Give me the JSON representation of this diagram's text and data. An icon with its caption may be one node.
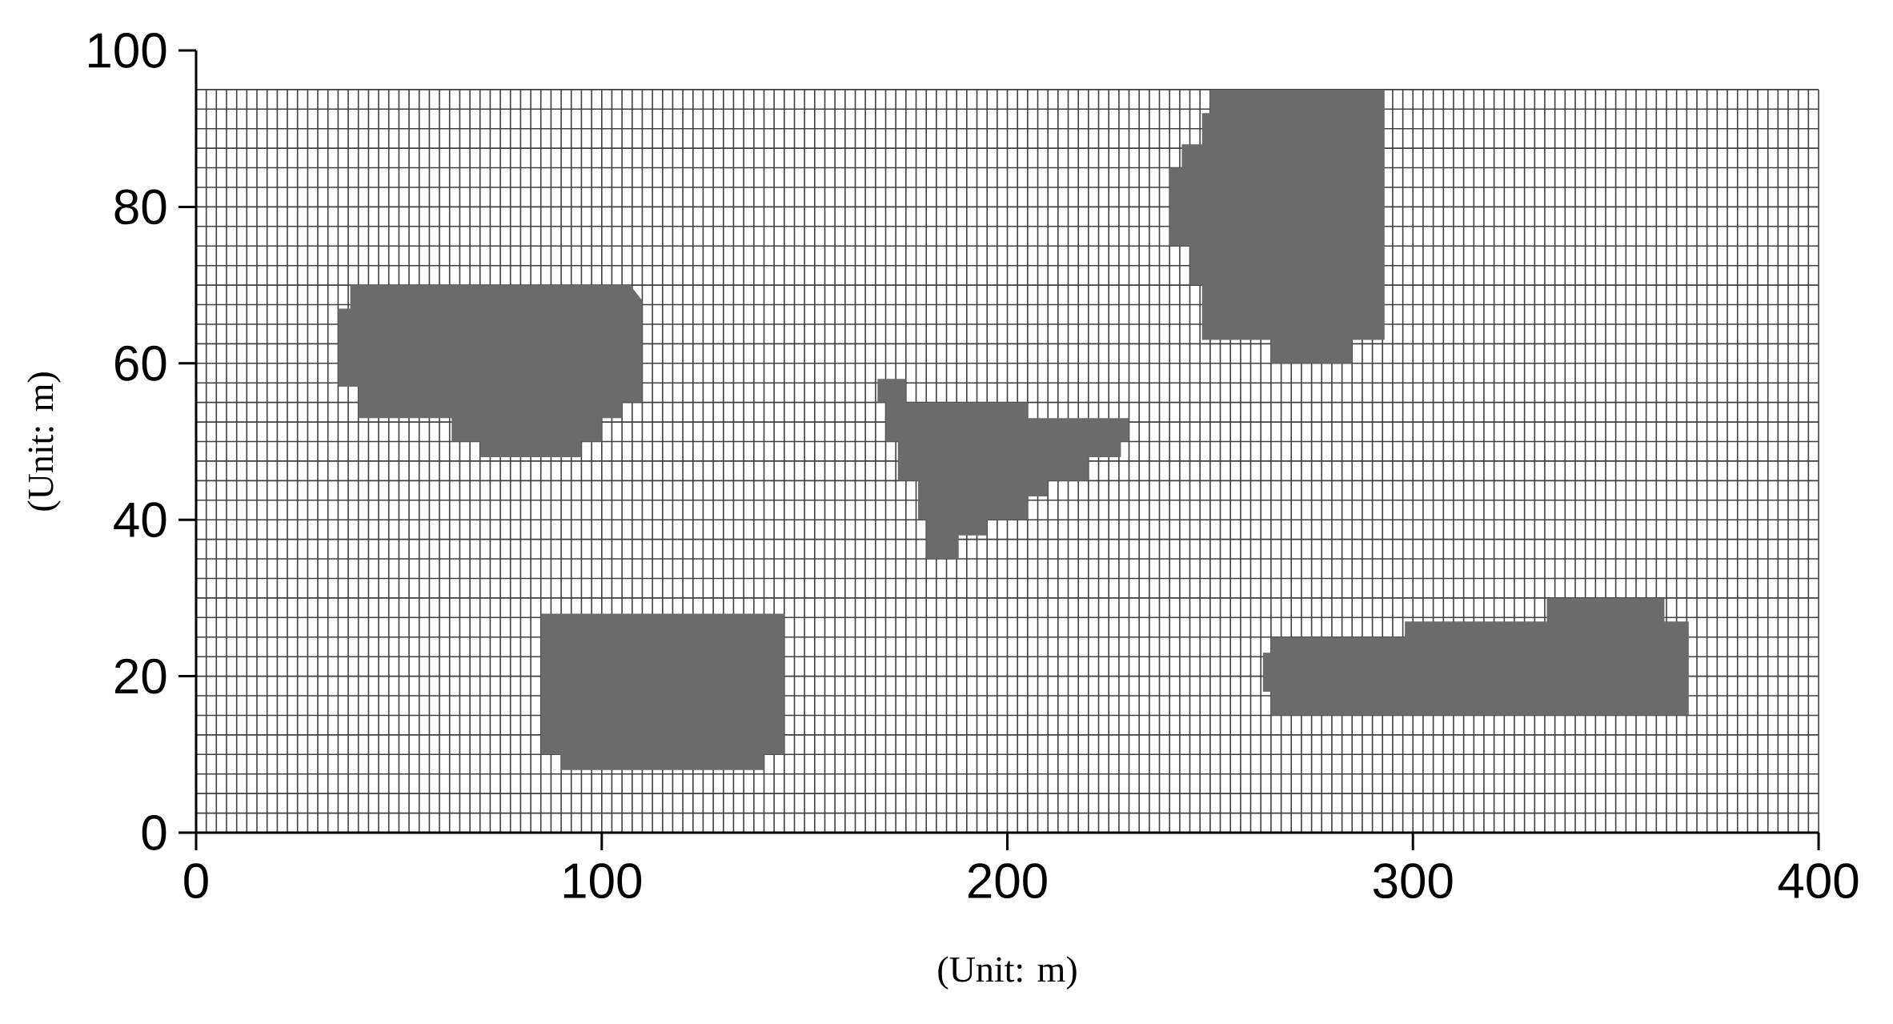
{
  "diagram": {
    "labels": [
      "100",
      "80",
      "60",
      "40",
      "20",
      "0",
      "(Unit: m)",
      "0",
      "100",
      "200",
      "300",
      "400",
      "(Unit: m)"
    ]
  }
}
